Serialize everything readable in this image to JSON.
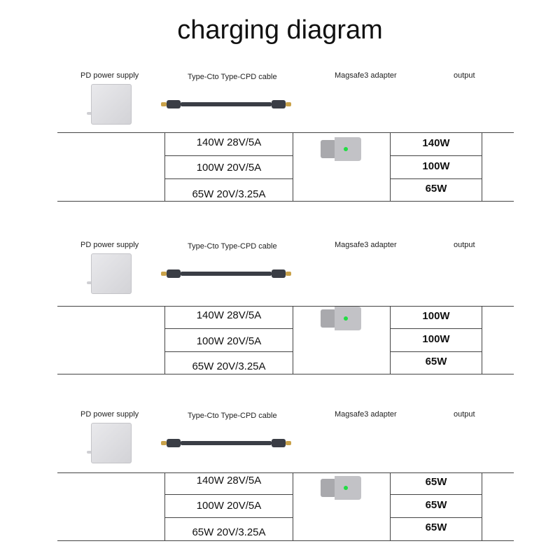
{
  "page": {
    "title": "charging diagram"
  },
  "labels": {
    "psu": "PD power supply",
    "cable": "Type-Cto Type-CPD cable",
    "adapter": "Magsafe3 adapter",
    "output": "output"
  },
  "inputs": [
    "140W 28V/5A",
    "100W 20V/5A",
    "65W 20V/3.25A"
  ],
  "sections": [
    {
      "outputs": [
        "140W",
        "100W",
        "65W"
      ]
    },
    {
      "outputs": [
        "100W",
        "100W",
        "65W"
      ]
    },
    {
      "outputs": [
        "65W",
        "65W",
        "65W"
      ]
    }
  ],
  "colors": {
    "grid_line": "#444444",
    "psu_body": "#dcdce0",
    "cable_braid": "#3a3d45",
    "connector_gold": "#c9a24a",
    "adapter_body": "#b8b8bc",
    "led": "#22dd44"
  }
}
